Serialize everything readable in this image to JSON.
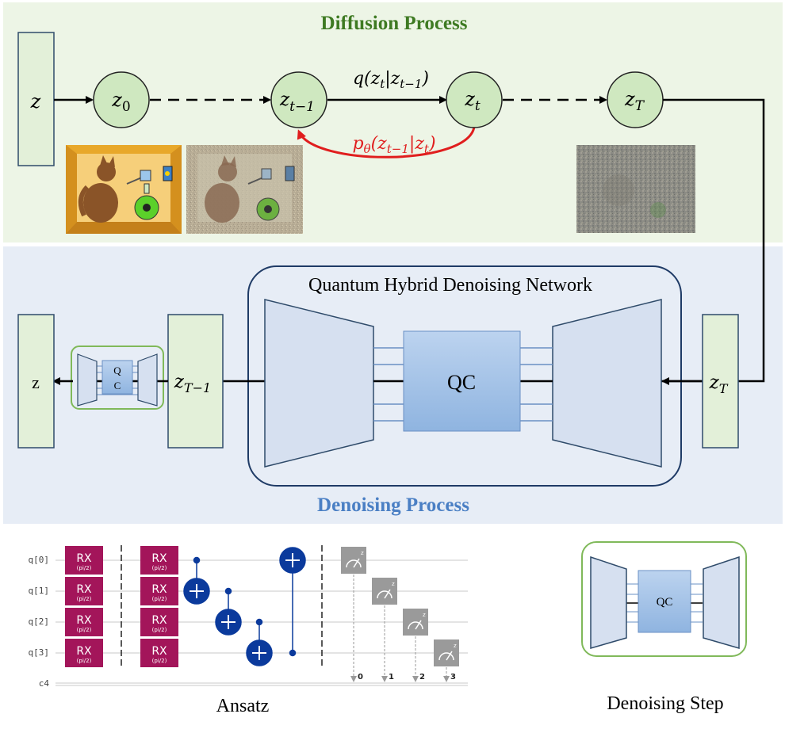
{
  "colors": {
    "diffusion_bg": "#edf5e6",
    "denoising_bg": "#e7edf6",
    "diffusion_title": "#3e7a22",
    "denoising_title": "#4a7fc4",
    "node_fill": "#cfe8c0",
    "box_fill": "#e3f0d9",
    "reverse_arrow": "#e01e1e",
    "trapezoid_fill": "#d6e0f0",
    "qc_fill": "#a9c6e8",
    "gate_rx": "#a3155a",
    "cnot": "#0b3a9c",
    "measure": "#9a9a9a",
    "frame_green": "#80b95a"
  },
  "diffusion": {
    "title": "Diffusion Process",
    "input_box": "z",
    "nodes": [
      {
        "sym": "z",
        "sub": "0"
      },
      {
        "sym": "z",
        "sub": "t−1"
      },
      {
        "sym": "z",
        "sub": "t"
      },
      {
        "sym": "z",
        "sub": "T"
      }
    ],
    "forward_label": {
      "pre": "q(z",
      "s1": "t",
      "mid": "|z",
      "s2": "t−1",
      "post": ")"
    },
    "reverse_label": {
      "p": "p",
      "theta": "θ",
      "pre": "(z",
      "s1": "t−1",
      "mid": "|z",
      "s2": "t",
      "post": ")"
    },
    "images": [
      "clean-cat-image-icon",
      "slightly-noisy-cat-image-icon",
      "pure-noise-image-icon"
    ]
  },
  "denoising": {
    "title": "Denoising Process",
    "network_title": "Quantum Hybrid Denoising Network",
    "qc_label": "QC",
    "small_qc_label": [
      "Q",
      "C"
    ],
    "left_box": "z",
    "mid_box": {
      "sym": "z",
      "sub": "T−1"
    },
    "right_box": {
      "sym": "z",
      "sub": "T"
    }
  },
  "ansatz": {
    "caption": "Ansatz",
    "qubits": [
      "q[0]",
      "q[1]",
      "q[2]",
      "q[3]"
    ],
    "classical": "c4",
    "gate_name": "RX",
    "gate_param": "(pi/2)",
    "measure_indices": [
      "0",
      "1",
      "2",
      "3"
    ],
    "measure_axis": "z"
  },
  "step": {
    "caption": "Denoising Step",
    "qc_label": "QC"
  }
}
